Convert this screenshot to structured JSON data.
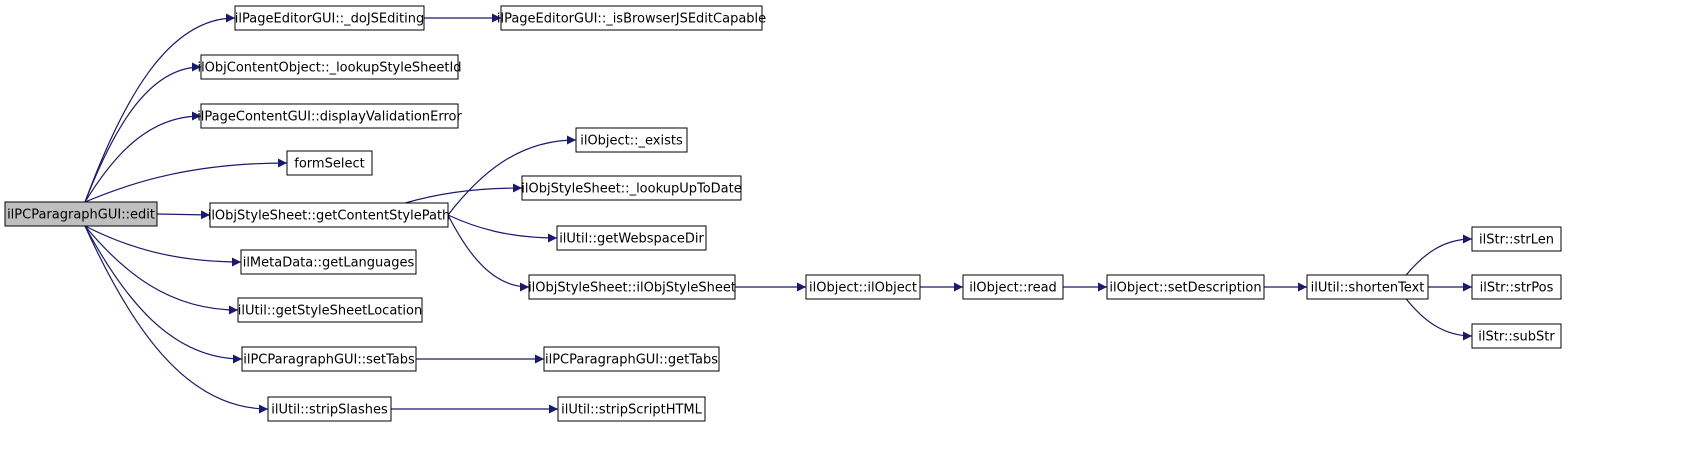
{
  "colors": {
    "edge": "#191970",
    "node_fill": "#ffffff",
    "root_fill": "#bfbfbf",
    "border": "#000000"
  },
  "root": "n0",
  "nodes": {
    "n0": {
      "label": "ilPCParagraphGUI::edit"
    },
    "n1": {
      "label": "ilPageEditorGUI::_doJSEditing"
    },
    "n2": {
      "label": "ilPageEditorGUI::_isBrowserJSEditCapable"
    },
    "n3": {
      "label": "ilObjContentObject::_lookupStyleSheetId"
    },
    "n4": {
      "label": "ilPageContentGUI::displayValidationError"
    },
    "n5": {
      "label": "formSelect"
    },
    "n6": {
      "label": "ilObjStyleSheet::getContentStylePath"
    },
    "n7": {
      "label": "ilObject::_exists"
    },
    "n8": {
      "label": "ilObjStyleSheet::_lookupUpToDate"
    },
    "n9": {
      "label": "ilUtil::getWebspaceDir"
    },
    "n10": {
      "label": "ilObjStyleSheet::ilObjStyleSheet"
    },
    "n11": {
      "label": "ilObject::ilObject"
    },
    "n12": {
      "label": "ilObject::read"
    },
    "n13": {
      "label": "ilObject::setDescription"
    },
    "n14": {
      "label": "ilUtil::shortenText"
    },
    "n15": {
      "label": "ilStr::strLen"
    },
    "n16": {
      "label": "ilStr::strPos"
    },
    "n17": {
      "label": "ilStr::subStr"
    },
    "n18": {
      "label": "ilMetaData::getLanguages"
    },
    "n19": {
      "label": "ilUtil::getStyleSheetLocation"
    },
    "n20": {
      "label": "ilPCParagraphGUI::setTabs"
    },
    "n21": {
      "label": "ilPCParagraphGUI::getTabs"
    },
    "n22": {
      "label": "ilUtil::stripSlashes"
    },
    "n23": {
      "label": "ilUtil::stripScriptHTML"
    }
  },
  "edges": [
    [
      "n0",
      "n1"
    ],
    [
      "n1",
      "n2"
    ],
    [
      "n0",
      "n3"
    ],
    [
      "n0",
      "n4"
    ],
    [
      "n0",
      "n5"
    ],
    [
      "n0",
      "n6"
    ],
    [
      "n6",
      "n7"
    ],
    [
      "n6",
      "n8"
    ],
    [
      "n6",
      "n9"
    ],
    [
      "n6",
      "n10"
    ],
    [
      "n10",
      "n11"
    ],
    [
      "n11",
      "n12"
    ],
    [
      "n12",
      "n13"
    ],
    [
      "n13",
      "n14"
    ],
    [
      "n14",
      "n15"
    ],
    [
      "n14",
      "n16"
    ],
    [
      "n14",
      "n17"
    ],
    [
      "n0",
      "n18"
    ],
    [
      "n0",
      "n19"
    ],
    [
      "n0",
      "n20"
    ],
    [
      "n20",
      "n21"
    ],
    [
      "n0",
      "n22"
    ],
    [
      "n22",
      "n23"
    ]
  ]
}
